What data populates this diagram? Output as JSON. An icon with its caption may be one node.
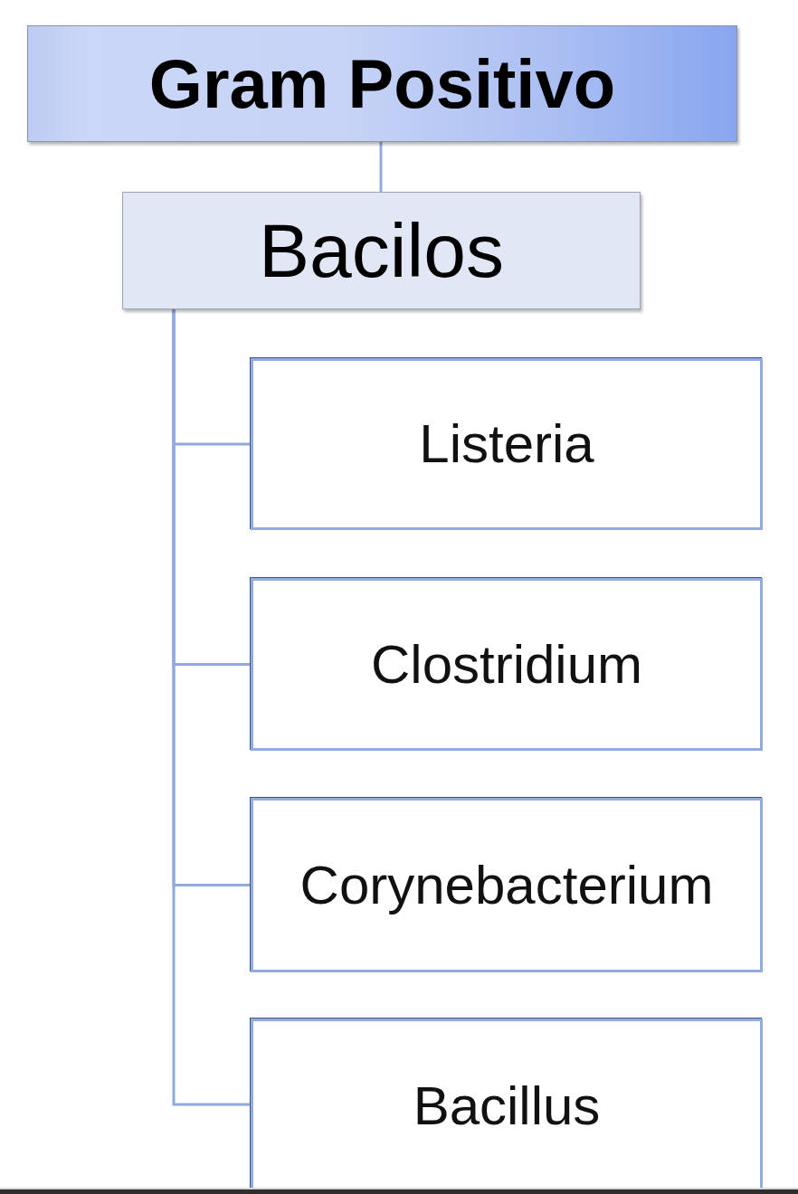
{
  "diagram": {
    "nodes": [
      {
        "text": [
          "Gram Positivo"
        ]
      },
      {
        "text": [
          "Bacilos"
        ]
      },
      {
        "text": [
          "Listeria"
        ]
      },
      {
        "text": [
          "Clostridium"
        ]
      },
      {
        "text": [
          "Corynebacterium"
        ]
      },
      {
        "text": [
          "Bacillus"
        ]
      }
    ],
    "edges": [
      {
        "from": 0,
        "to": 1,
        "arrow": "none"
      },
      {
        "from": 1,
        "to": 2,
        "arrow": "none"
      },
      {
        "from": 1,
        "to": 3,
        "arrow": "none"
      },
      {
        "from": 1,
        "to": 4,
        "arrow": "none"
      },
      {
        "from": 1,
        "to": 5,
        "arrow": "none"
      }
    ]
  }
}
